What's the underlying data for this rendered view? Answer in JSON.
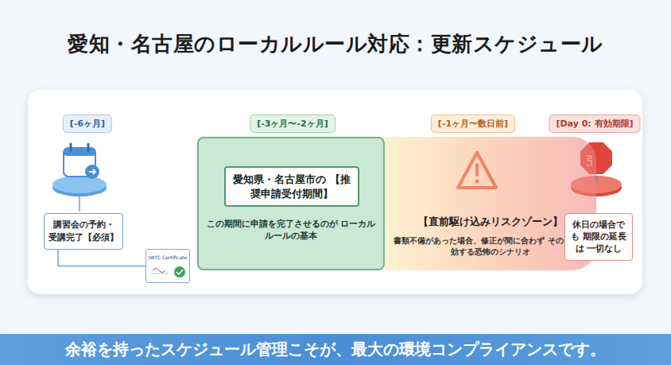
{
  "diagram": {
    "title": "愛知・名古屋のローカルルール対応：更新スケジュール",
    "caption": "余裕を持ったスケジュール管理こそが、最大の環境コンプライアンスです。",
    "nodes": [
      {
        "text": [
          "[-6ヶ月]"
        ]
      },
      {
        "text": [
          "[-3ヶ月〜-2ヶ月]"
        ]
      },
      {
        "text": [
          "[-1ヶ月〜数日前]"
        ]
      },
      {
        "text": [
          "[Day 0: 有効期限]"
        ]
      },
      {
        "text": [
          "この期間に申請を完了させるのが ローカルルールの基本"
        ]
      },
      {
        "text": [
          "愛知県・名古屋市の 【推奨申請受付期間】"
        ],
        "in": 4
      },
      {
        "text": [
          "講習会の予約・ 受講完了【必須】"
        ]
      },
      {
        "text": [
          "JWTC Certificate"
        ]
      },
      {
        "text": [
          "【直前駆け込みリスクゾーン】",
          "書類不備があった場合、修正が間に合わず そのまま失効する恐怖のシナリオ"
        ]
      },
      {
        "text": [
          "休日の場合でも 期限の延長は 一切なし"
        ]
      }
    ],
    "edges": [
      {
        "from": 6,
        "to": 7,
        "arrow": "none"
      }
    ]
  }
}
